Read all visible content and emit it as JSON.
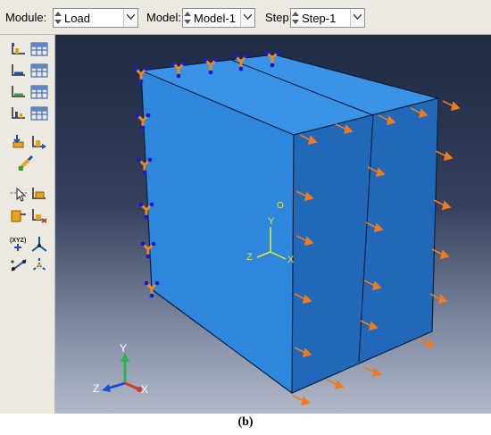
{
  "toolbar": {
    "module_label": "Module:",
    "module_value": "Load",
    "model_label": "Model:",
    "model_value": "Model-1",
    "step_label": "Step:",
    "step_value": "Step-1"
  },
  "viewport": {
    "csys_labels": {
      "y": "Y",
      "z": "Z",
      "x": "X",
      "origin": "O"
    },
    "triad_labels": {
      "y": "Y",
      "z": "Z",
      "x": "X"
    },
    "colors": {
      "part_front": "#2f86dd",
      "part_side": "#2169b8",
      "part_top": "#3a93e6",
      "load_arrow": "#f07a1e",
      "bc_symbol": "#e88a24",
      "bc_dot": "#1a1ad0"
    }
  },
  "palette": {
    "icons": [
      "create-load-icon",
      "load-manager-icon",
      "create-bc-icon",
      "bc-manager-icon",
      "create-predefined-field-icon",
      "predefined-field-manager-icon",
      "create-load-case-icon",
      "load-case-manager-icon",
      "create-amplitude-icon",
      "amplitude-manager-icon",
      "analytical-field-icon",
      "query-tool-icon",
      "partition-icon",
      "create-surface-icon",
      "create-set-icon",
      "datum-csys-icon",
      "datum-point-icon",
      "datum-axis-icon",
      "datum-plane-icon"
    ]
  },
  "caption": {
    "label": "(b)"
  }
}
